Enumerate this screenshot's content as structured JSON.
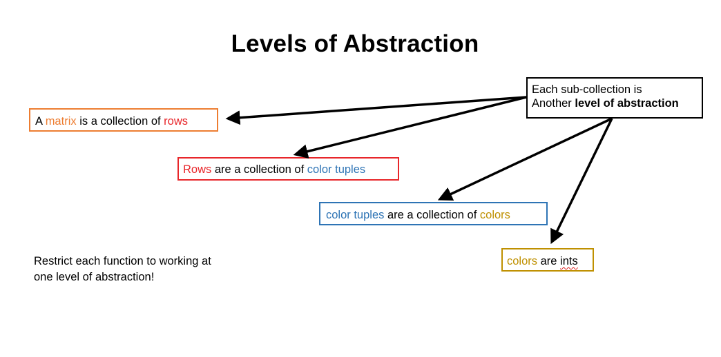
{
  "title": "Levels of Abstraction",
  "colors": {
    "orange": "#ed7d31",
    "red": "#e8262a",
    "blue": "#2e74b5",
    "gold": "#bf9000",
    "black": "#000000"
  },
  "boxes": {
    "subcollection": {
      "line1": "Each sub-collection is",
      "line2_prefix": "Another ",
      "line2_bold": "level of abstraction"
    },
    "matrix": {
      "t1": "A ",
      "t2": "matrix",
      "t3": " is a collection of ",
      "t4": "rows"
    },
    "rows": {
      "t1": "Rows",
      "t2": " are a collection of ",
      "t3": "color tuples"
    },
    "tuples": {
      "t1": "color tuples",
      "t2": " are a collection of ",
      "t3": "colors"
    },
    "colors": {
      "t1": "colors",
      "t2": " are ",
      "t3": "ints"
    }
  },
  "note": {
    "line1": "Restrict each function to working at",
    "line2": "one level of abstraction!"
  }
}
